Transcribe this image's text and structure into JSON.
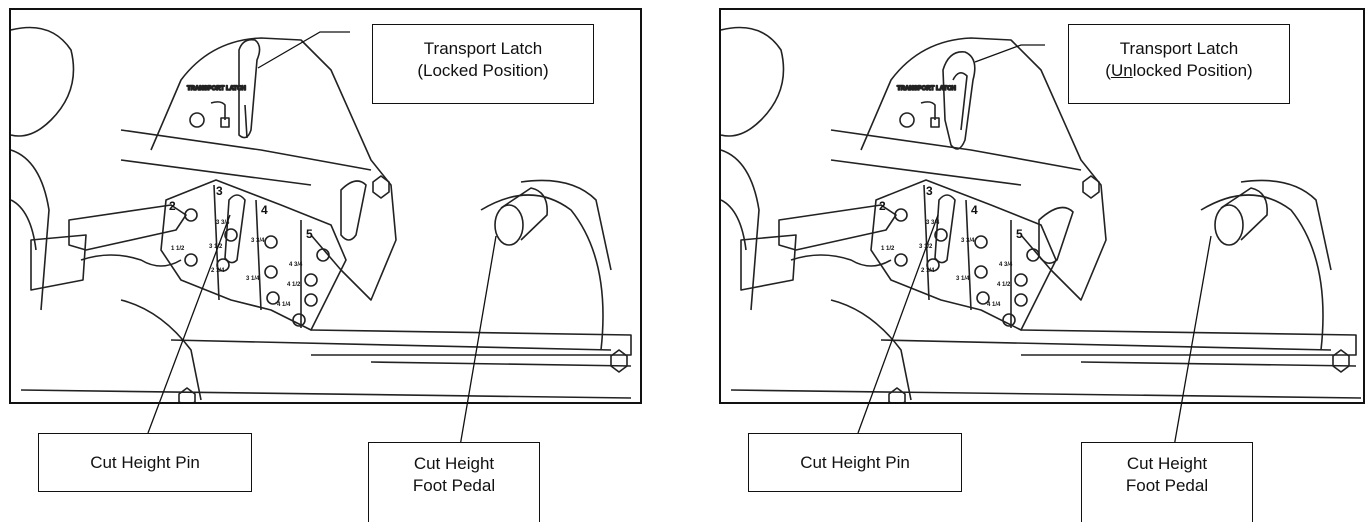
{
  "left_panel": {
    "latch_label": {
      "line1": "Transport Latch",
      "line2": "(Locked Position)"
    },
    "pin_label": "Cut Height Pin",
    "pedal_label": {
      "line1": "Cut Height",
      "line2": "Foot Pedal"
    }
  },
  "right_panel": {
    "latch_label": {
      "line1": "Transport Latch",
      "line2_open": "(",
      "line2_underlined": "Un",
      "line2_rest": "locked Position)"
    },
    "pin_label": "Cut Height Pin",
    "pedal_label": {
      "line1": "Cut Height",
      "line2": "Foot Pedal"
    }
  },
  "decal": {
    "transport_text": "TRANSPORT LATCH",
    "column_numbers": [
      "2",
      "3",
      "4",
      "5"
    ],
    "height_marks": [
      "3 3/4",
      "1 1/2",
      "3 1/2",
      "2 1/4",
      "3 1/4",
      "3 3/4",
      "4 3/4",
      "4 1/2",
      "4 1/4"
    ]
  }
}
